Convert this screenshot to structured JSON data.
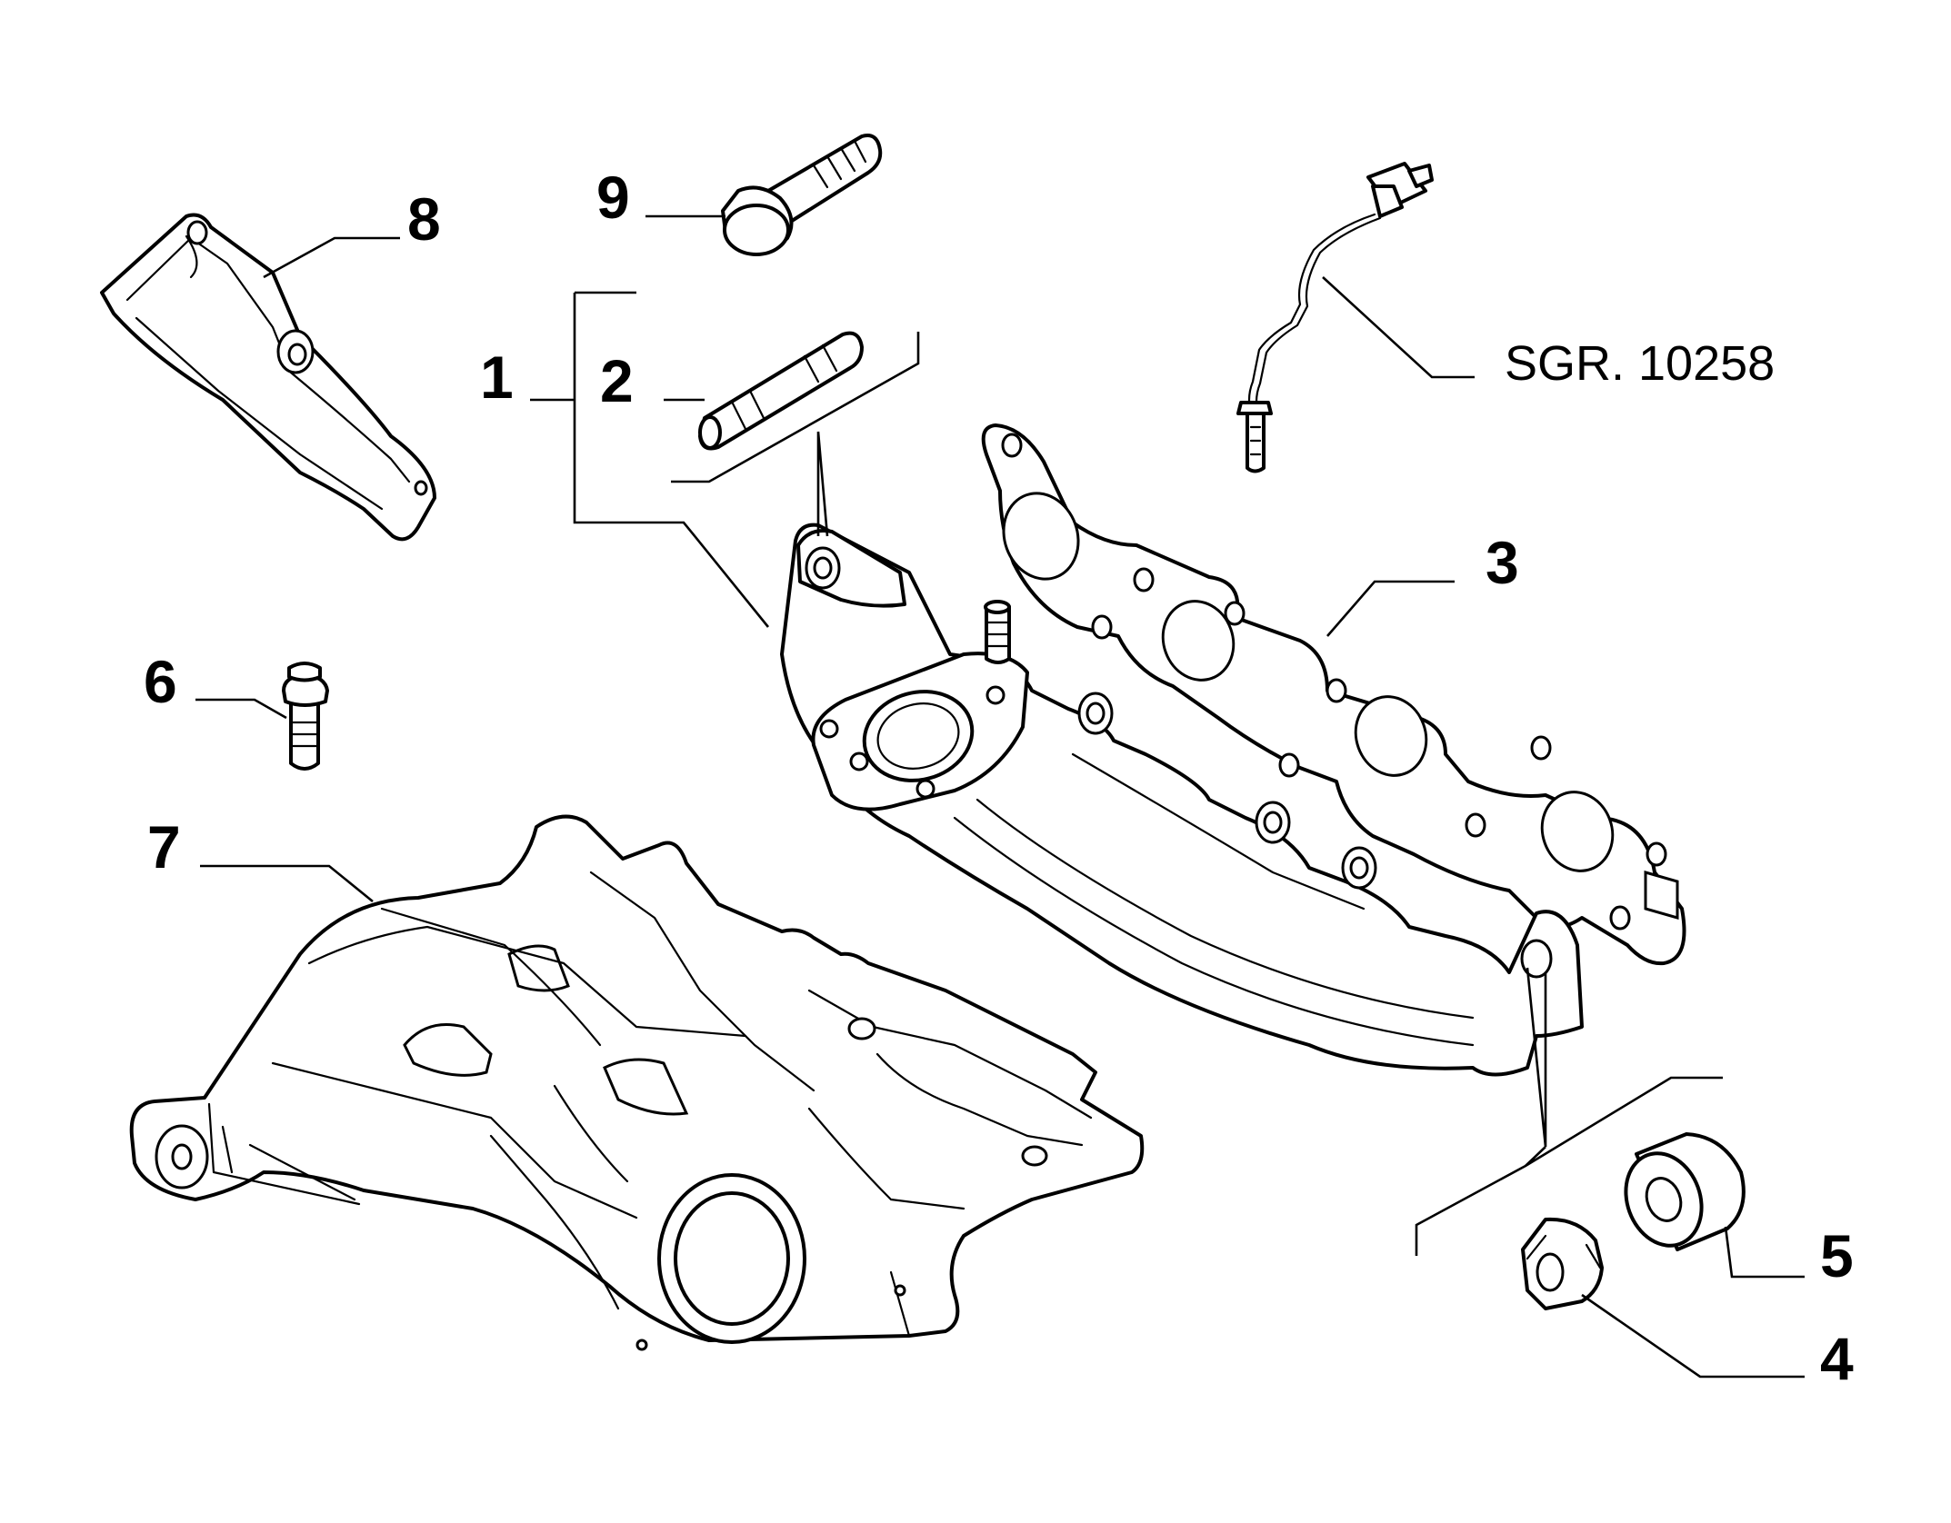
{
  "callouts": {
    "c1": "1",
    "c2": "2",
    "c3": "3",
    "c4": "4",
    "c5": "5",
    "c6": "6",
    "c7": "7",
    "c8": "8",
    "c9": "9"
  },
  "reference_text": "SGR. 10258",
  "colors": {
    "line": "#000000",
    "background": "#ffffff"
  }
}
